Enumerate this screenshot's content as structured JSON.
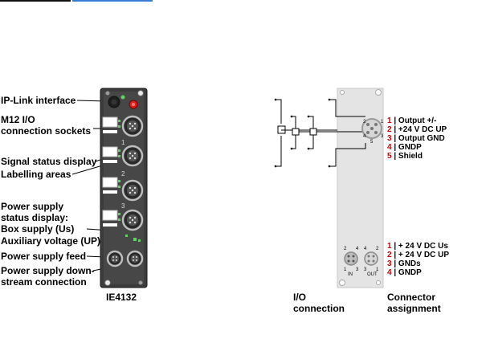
{
  "left_labels": [
    "IP-Link interface",
    "M12 I/O",
    "connection sockets",
    "Signal status display",
    "Labelling areas",
    "Power supply",
    "status display:",
    "Box supply (Us)",
    "Auxiliary voltage (UP)",
    "Power supply feed",
    "Power supply down-",
    "stream connection"
  ],
  "device_caption": "IE4132",
  "io_caption": [
    "I/O",
    "connection"
  ],
  "connector_caption": [
    "Connector",
    "assignment"
  ],
  "socket_numbers": [
    "1",
    "2",
    "3"
  ],
  "io_pinout": [
    {
      "num": "1",
      "text": "Output +/-"
    },
    {
      "num": "2",
      "text": "+24 V DC UP"
    },
    {
      "num": "3",
      "text": "Output GND"
    },
    {
      "num": "4",
      "text": "GNDP"
    },
    {
      "num": "5",
      "text": "Shield"
    }
  ],
  "power_pinout": [
    {
      "num": "1",
      "text": "+ 24 V DC Us"
    },
    {
      "num": "2",
      "text": "+ 24 V DC UP"
    },
    {
      "num": "3",
      "text": "GNDs"
    },
    {
      "num": "4",
      "text": "GNDP"
    }
  ],
  "m12_pin_labels": [
    "2",
    "1",
    "3",
    "4",
    "5"
  ],
  "power_connector_labels": {
    "in": "IN",
    "out": "OUT",
    "in_pins": [
      "2",
      "4",
      "1",
      "3"
    ],
    "out_pins": [
      "4",
      "2",
      "3",
      "1"
    ]
  },
  "colors": {
    "pin_number": "#cc0000",
    "led_green": "#5fd35f",
    "led_red": "#e02020",
    "housing": "#3c3c3c",
    "panel": "#e4e4e4"
  }
}
